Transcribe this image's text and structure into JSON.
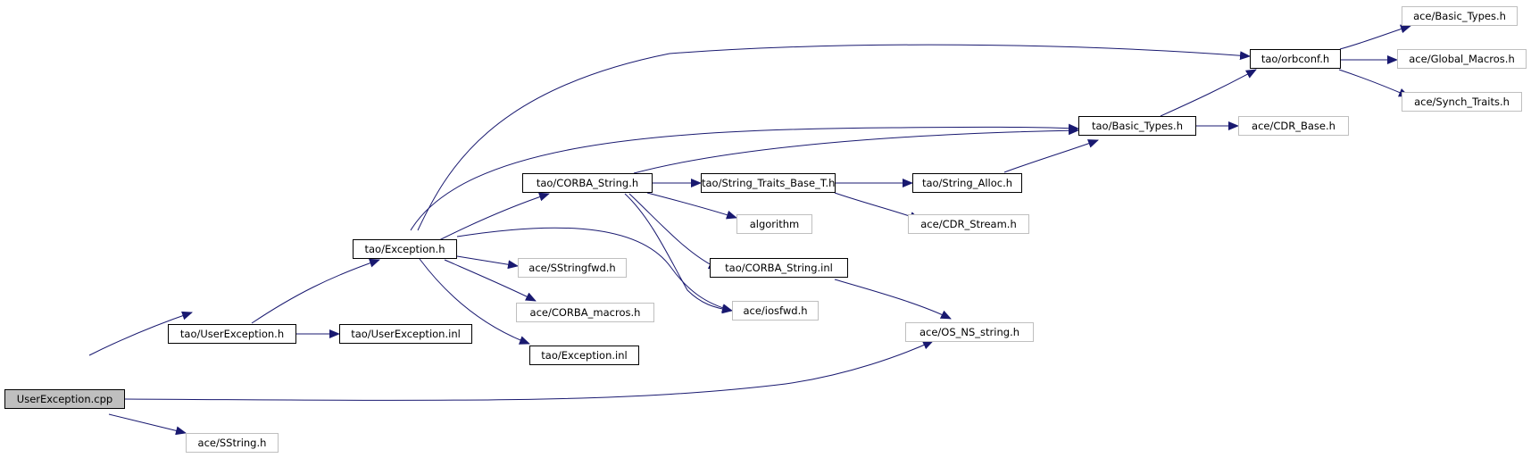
{
  "edge_color": "#191970",
  "root_fill": "#bfbfbf",
  "faint_border": "#bfbfbf",
  "nodes": {
    "user_exception_cpp": "UserException.cpp",
    "tao_user_exception_h": "tao/UserException.h",
    "tao_user_exception_inl": "tao/UserException.inl",
    "ace_sstring_h": "ace/SString.h",
    "tao_exception_h": "tao/Exception.h",
    "tao_exception_inl": "tao/Exception.inl",
    "ace_sstringfwd_h": "ace/SStringfwd.h",
    "ace_corba_macros_h": "ace/CORBA_macros.h",
    "tao_corba_string_h": "tao/CORBA_String.h",
    "algorithm": "algorithm",
    "ace_iosfwd_h": "ace/iosfwd.h",
    "tao_corba_string_inl": "tao/CORBA_String.inl",
    "tao_string_traits_base_t_h": "tao/String_Traits_Base_T.h",
    "tao_string_alloc_h": "tao/String_Alloc.h",
    "ace_cdr_stream_h": "ace/CDR_Stream.h",
    "ace_os_ns_string_h": "ace/OS_NS_string.h",
    "tao_basic_types_h": "tao/Basic_Types.h",
    "ace_cdr_base_h": "ace/CDR_Base.h",
    "tao_orbconf_h": "tao/orbconf.h",
    "ace_basic_types_h": "ace/Basic_Types.h",
    "ace_global_macros_h": "ace/Global_Macros.h",
    "ace_synch_traits_h": "ace/Synch_Traits.h"
  }
}
